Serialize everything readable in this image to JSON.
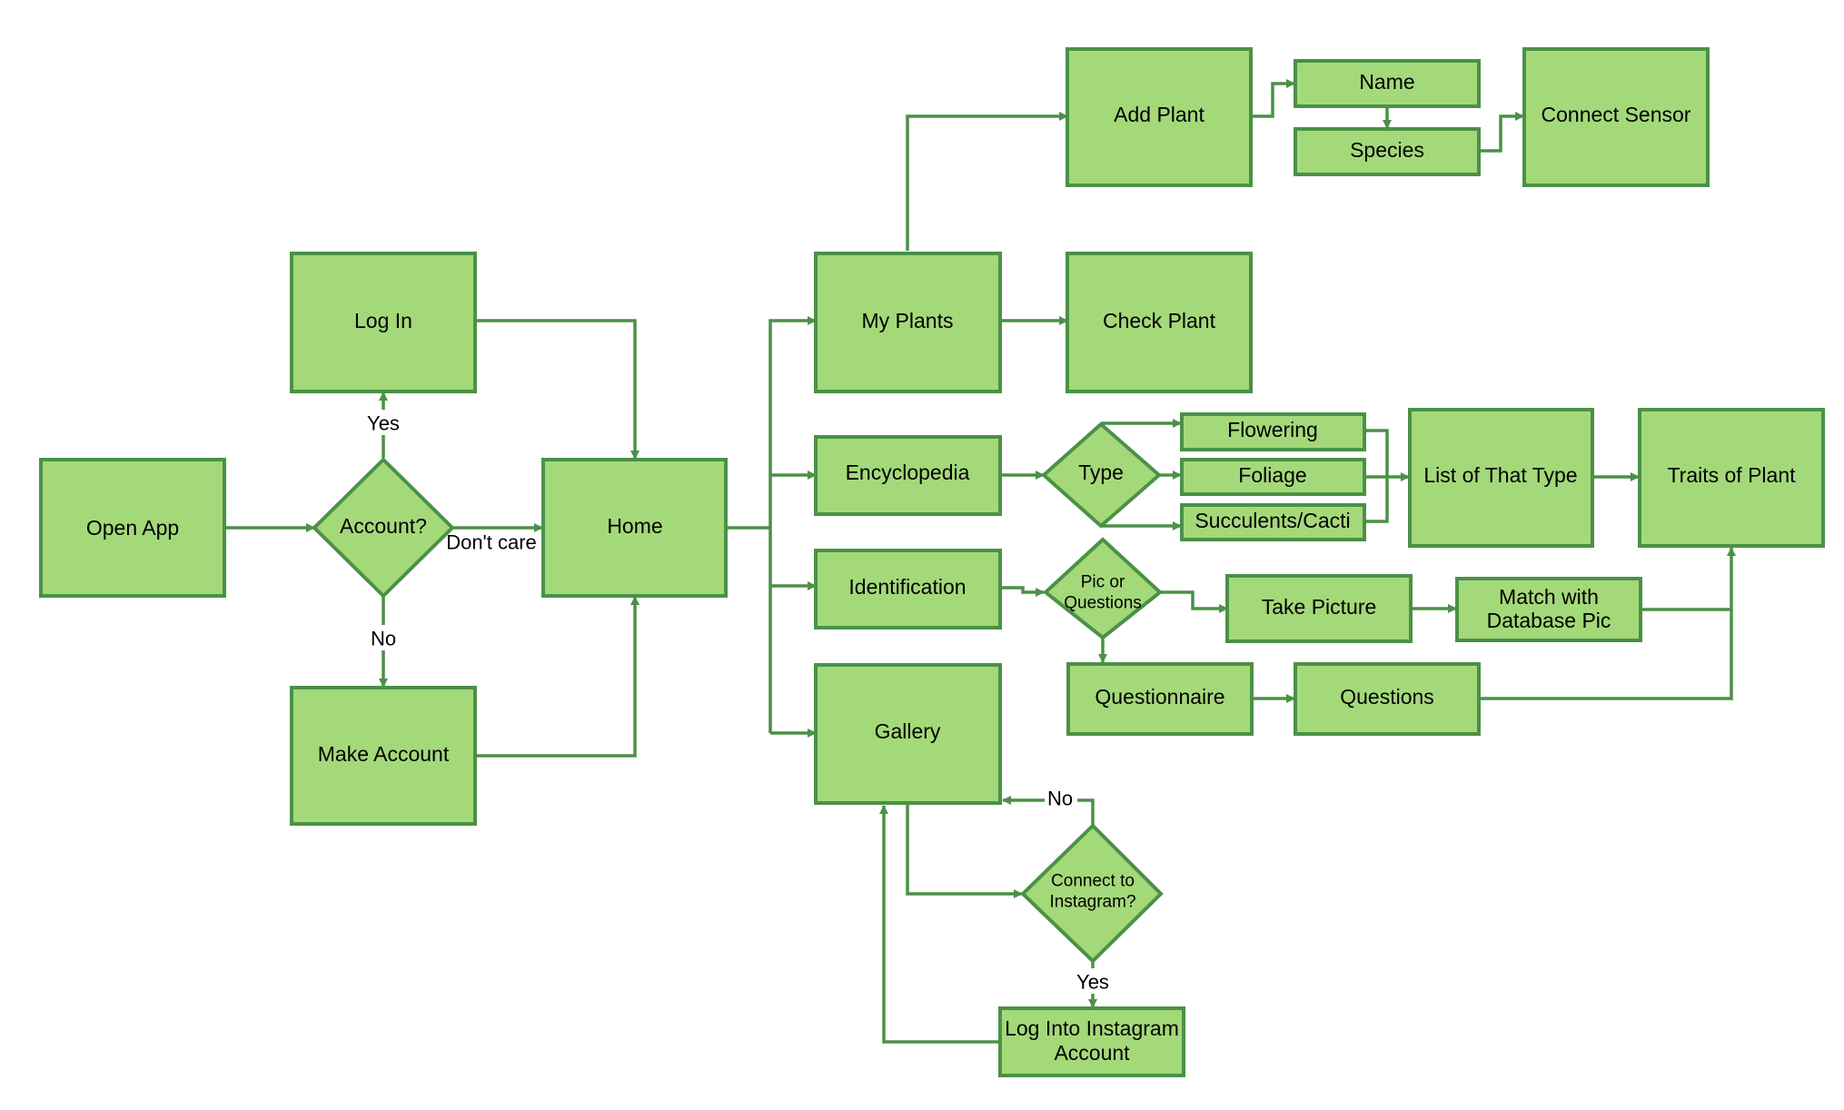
{
  "colors": {
    "node_fill": "#a4d97a",
    "node_stroke": "#4b9147",
    "edge": "#4b9147",
    "text": "#000000",
    "background": "#ffffff"
  },
  "nodes": {
    "open_app": "Open App",
    "account": "Account?",
    "log_in": "Log In",
    "make_account": "Make Account",
    "home": "Home",
    "my_plants": "My Plants",
    "encyclopedia": "Encyclopedia",
    "identification": "Identification",
    "gallery": "Gallery",
    "add_plant": "Add Plant",
    "name": "Name",
    "species": "Species",
    "connect_sensor": "Connect Sensor",
    "check_plant": "Check Plant",
    "type": "Type",
    "flowering": "Flowering",
    "foliage": "Foliage",
    "succulents": "Succulents/Cacti",
    "list_type": "List of That Type",
    "traits": "Traits of Plant",
    "pic_or_q": [
      "Pic or",
      "Questions"
    ],
    "take_picture": "Take Picture",
    "match_db": [
      "Match with",
      "Database Pic"
    ],
    "questionnaire": "Questionnaire",
    "questions": "Questions",
    "connect_insta": [
      "Connect to",
      "Instagram?"
    ],
    "log_insta": [
      "Log Into Instagram",
      "Account"
    ]
  },
  "edge_labels": {
    "yes_login": "Yes",
    "no_make_account": "No",
    "dont_care": "Don't care",
    "no_gallery": "No",
    "yes_instagram": "Yes"
  }
}
